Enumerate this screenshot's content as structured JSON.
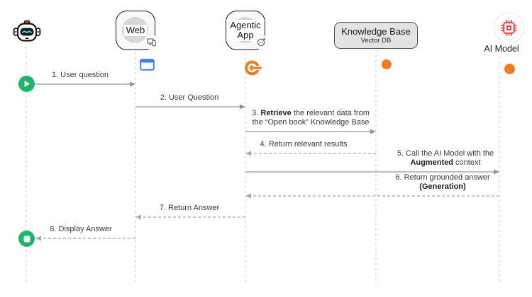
{
  "actors": [
    {
      "id": "user",
      "label": "",
      "icon": "robot-avatar"
    },
    {
      "id": "web",
      "label": "Web",
      "badge_icon": "devices",
      "marker_icon": "browser-window"
    },
    {
      "id": "app",
      "label": "Agentic App",
      "badge_icon": "bot-sparkle",
      "marker_icon": "agent-swirl"
    },
    {
      "id": "kb",
      "label": "Knowledge Base",
      "sublabel": "Vector DB",
      "marker_icon": "orange-dot"
    },
    {
      "id": "ai",
      "label": "AI Model",
      "icon": "chip",
      "marker_icon": "orange-dot"
    }
  ],
  "messages": [
    {
      "id": 1,
      "from": "user",
      "to": "web",
      "line": "solid",
      "start_node": "play-icon",
      "label_lines": [
        [
          {
            "t": "1. User question"
          }
        ]
      ]
    },
    {
      "id": 2,
      "from": "web",
      "to": "app",
      "line": "solid",
      "label_lines": [
        [
          {
            "t": "2. User Question"
          }
        ]
      ]
    },
    {
      "id": 3,
      "from": "app",
      "to": "kb",
      "line": "solid",
      "label_lines": [
        [
          {
            "t": "3. "
          },
          {
            "t": "Retrieve",
            "b": 1
          },
          {
            "t": " the relevant data from"
          }
        ],
        [
          {
            "t": "the “Open book” Knowledge Base"
          }
        ]
      ]
    },
    {
      "id": 4,
      "from": "kb",
      "to": "app",
      "line": "dashed",
      "label_lines": [
        [
          {
            "t": "4. Return relevant results"
          }
        ]
      ]
    },
    {
      "id": 5,
      "from": "app",
      "to": "ai",
      "line": "solid",
      "label_lines": [
        [
          {
            "t": "5. Call the AI Model with the"
          }
        ],
        [
          {
            "t": "Augmented",
            "b": 1
          },
          {
            "t": " context"
          }
        ]
      ]
    },
    {
      "id": 6,
      "from": "ai",
      "to": "app",
      "line": "dashed",
      "label_lines": [
        [
          {
            "t": "6. Return grounded answer"
          }
        ],
        [
          {
            "t": "(Generation)",
            "b": 1
          }
        ]
      ]
    },
    {
      "id": 7,
      "from": "app",
      "to": "web",
      "line": "dashed",
      "label_lines": [
        [
          {
            "t": "7. Return Answer"
          }
        ]
      ]
    },
    {
      "id": 8,
      "from": "web",
      "to": "user",
      "line": "dashed",
      "end_node": "stop-icon",
      "label_lines": [
        [
          {
            "t": "8. Display Answer"
          }
        ]
      ]
    }
  ],
  "colors": {
    "orange": "#ED7D23",
    "green": "#1DB567",
    "blue": "#3B82F6",
    "red": "#EF3B47",
    "solid_arrow": "#949494",
    "dashed_arrow": "#a8a8a8",
    "lifeline": "#d6d6d6"
  }
}
